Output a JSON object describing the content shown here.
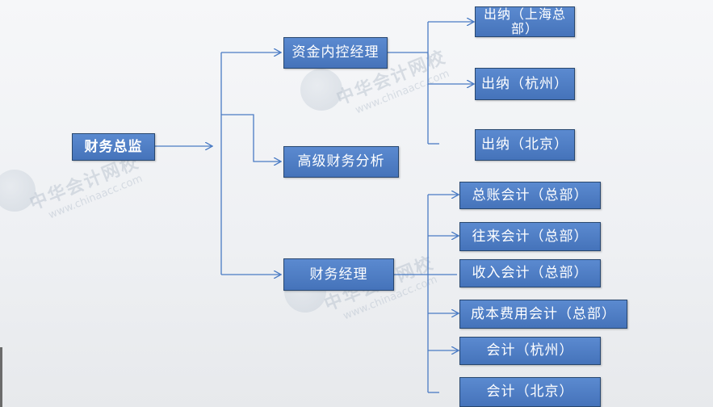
{
  "watermark": {
    "cn": "中华会计网校",
    "en": "www.chinaacc.com"
  },
  "colors": {
    "node_fill": "#4a7bc4",
    "node_border": "#28476f",
    "connector": "#4a7bc4"
  },
  "root": "财务总监",
  "level2": [
    "资金内控经理",
    "高级财务分析",
    "财务经理"
  ],
  "treasury_children": [
    "出纳（上海总部）",
    "出纳（杭州）",
    "出纳（北京）"
  ],
  "finance_children": [
    "总账会计（总部）",
    "往来会计（总部）",
    "收入会计（总部）",
    "成本费用会计（总部）",
    "会计（杭州）",
    "会计（北京）"
  ]
}
